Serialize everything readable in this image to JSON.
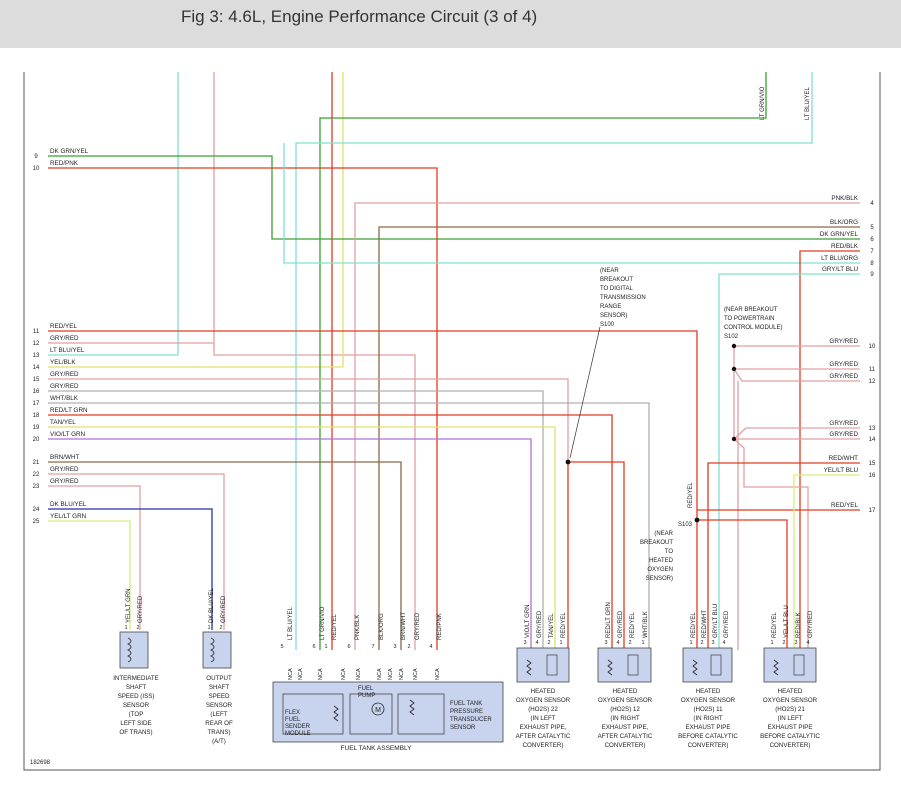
{
  "header": {
    "title": "Fig 3: 4.6L, Engine Performance Circuit (3 of 4)"
  },
  "figure_number": "182698",
  "top_wires": [
    "LT GRN/VIO",
    "LT BLU/YEL"
  ],
  "left_labels": [
    {
      "pin": "9",
      "label": "DK GRN/YEL"
    },
    {
      "pin": "10",
      "label": "RED/PNK"
    },
    {
      "pin": "11",
      "label": "RED/YEL"
    },
    {
      "pin": "12",
      "label": "GRY/RED"
    },
    {
      "pin": "13",
      "label": "LT BLU/YEL"
    },
    {
      "pin": "14",
      "label": "YEL/BLK"
    },
    {
      "pin": "15",
      "label": "GRY/RED"
    },
    {
      "pin": "16",
      "label": "GRY/RED"
    },
    {
      "pin": "17",
      "label": "WHT/BLK"
    },
    {
      "pin": "18",
      "label": "RED/LT GRN"
    },
    {
      "pin": "19",
      "label": "TAN/YEL"
    },
    {
      "pin": "20",
      "label": "VIO/LT GRN"
    },
    {
      "pin": "21",
      "label": "BRN/WHT"
    },
    {
      "pin": "22",
      "label": "GRY/RED"
    },
    {
      "pin": "23",
      "label": "GRY/RED"
    },
    {
      "pin": "24",
      "label": "DK BLU/YEL"
    },
    {
      "pin": "25",
      "label": "YEL/LT GRN"
    }
  ],
  "right_labels": [
    {
      "pin": "4",
      "label": "PNK/BLK"
    },
    {
      "pin": "5",
      "label": "BLK/ORG"
    },
    {
      "pin": "6",
      "label": "DK GRN/YEL"
    },
    {
      "pin": "7",
      "label": "RED/BLK"
    },
    {
      "pin": "8",
      "label": "LT BLU/ORG"
    },
    {
      "pin": "9",
      "label": "GRY/LT BLU"
    },
    {
      "pin": "10",
      "label": "GRY/RED"
    },
    {
      "pin": "11",
      "label": "GRY/RED"
    },
    {
      "pin": "12",
      "label": "GRY/RED"
    },
    {
      "pin": "13",
      "label": "GRY/RED"
    },
    {
      "pin": "14",
      "label": "GRY/RED"
    },
    {
      "pin": "15",
      "label": "RED/WHT"
    },
    {
      "pin": "16",
      "label": "YEL/LT BLU"
    },
    {
      "pin": "17",
      "label": "RED/YEL"
    }
  ],
  "splices": {
    "s100": [
      "(NEAR",
      "BREAKOUT",
      "TO DIGITAL",
      "TRANSMISSION",
      "RANGE",
      "SENSOR)",
      "S100"
    ],
    "s102": [
      "(NEAR BREAKOUT",
      "TO POWERTRAIN",
      "CONTROL MODULE)",
      "S102"
    ],
    "s103": [
      "S103",
      "(NEAR",
      "BREAKOUT",
      "TO",
      "HEATED",
      "OXYGEN",
      "SENSOR)"
    ],
    "s103_wire": "RED/YEL"
  },
  "components": {
    "iss": {
      "lines": [
        "INTERMEDIATE",
        "SHAFT",
        "SPEED (ISS)",
        "SENSOR",
        "(TOP",
        "LEFT SIDE",
        "OF TRANS)"
      ],
      "wires": [
        "YEL/LT GRN",
        "GRY/RED"
      ],
      "pins": [
        "1",
        "2"
      ]
    },
    "oss": {
      "lines": [
        "OUTPUT",
        "SHAFT",
        "SPEED",
        "SENSOR",
        "(LEFT",
        "REAR OF",
        "TRANS)",
        "(A/T)"
      ],
      "wires": [
        "DK BLU/YEL",
        "GRY/RED"
      ],
      "pins": [
        "1",
        "2"
      ]
    },
    "tank": {
      "wires": [
        "LT BLU/YEL",
        "LT GRN/VIO",
        "RED/YEL",
        "PNK/BLK",
        "BLK/ORG",
        "BRN/WHT",
        "GRY/RED",
        "RED/PNK"
      ],
      "pins": [
        "5",
        "6",
        "1",
        "6",
        "7",
        "3",
        "2",
        "4"
      ],
      "nca": [
        "NCA",
        "NCA",
        "NCA",
        "NCA",
        "NCA",
        "NCA",
        "NCA",
        "NCA",
        "NCA",
        "NCA"
      ],
      "flex": [
        "FLEX",
        "FUEL",
        "SENDER",
        "MODULE"
      ],
      "pump": [
        "FUEL",
        "PUMP"
      ],
      "pump_symbol": "M",
      "transducer": [
        "FUEL TANK",
        "PRESSURE",
        "TRANSDUCER",
        "SENSOR"
      ],
      "assembly": "FUEL TANK ASSEMBLY"
    },
    "ho2s22": {
      "lines": [
        "HEATED",
        "OXYGEN SENSOR",
        "(HO2S) 22",
        "(IN LEFT",
        "EXHAUST PIPE,",
        "AFTER CATALYTIC",
        "CONVERTER)"
      ],
      "wires": [
        "VIO/LT GRN",
        "GRY/RED",
        "TAN/YEL",
        "RED/YEL"
      ],
      "pins": [
        "3",
        "4",
        "2",
        "1"
      ]
    },
    "ho2s12": {
      "lines": [
        "HEATED",
        "OXYGEN SENSOR",
        "(HO2S) 12",
        "(IN RIGHT",
        "EXHAUST PIPE,",
        "AFTER CATALYTIC",
        "CONVERTER)"
      ],
      "wires": [
        "RED/LT GRN",
        "GRY/RED",
        "RED/YEL",
        "WHT/BLK"
      ],
      "pins": [
        "3",
        "4",
        "2",
        "1"
      ]
    },
    "ho2s11": {
      "lines": [
        "HEATED",
        "OXYGEN SENSOR",
        "(HO2S) 11",
        "(IN RIGHT",
        "EXHAUST PIPE",
        "BEFORE CATALYTIC",
        "CONVERTER)"
      ],
      "wires": [
        "RED/YEL",
        "RED/WHT",
        "GRY/LT BLU",
        "GRY/RED"
      ],
      "pins": [
        "1",
        "2",
        "3",
        "4"
      ]
    },
    "ho2s21": {
      "lines": [
        "HEATED",
        "OXYGEN SENSOR",
        "(HO2S) 21",
        "(IN LEFT",
        "EXHAUST PIPE",
        "BEFORE CATALYTIC",
        "CONVERTER)"
      ],
      "wires": [
        "RED/YEL",
        "YEL/LT BLU",
        "RED/BLK",
        "GRY/RED"
      ],
      "pins": [
        "1",
        "2",
        "3",
        "4"
      ]
    }
  },
  "colors": {
    "red": "#e23b22",
    "pink": "#e0a0a0",
    "grey": "#b0b0b0",
    "yellow": "#e4e06a",
    "cyan": "#7fe0d4",
    "green": "#3aa032",
    "brown": "#8a6a48",
    "violet": "#b070d8",
    "blue": "#2233aa",
    "ygreen": "#d4f07a",
    "comp": "#c8d4ee"
  }
}
